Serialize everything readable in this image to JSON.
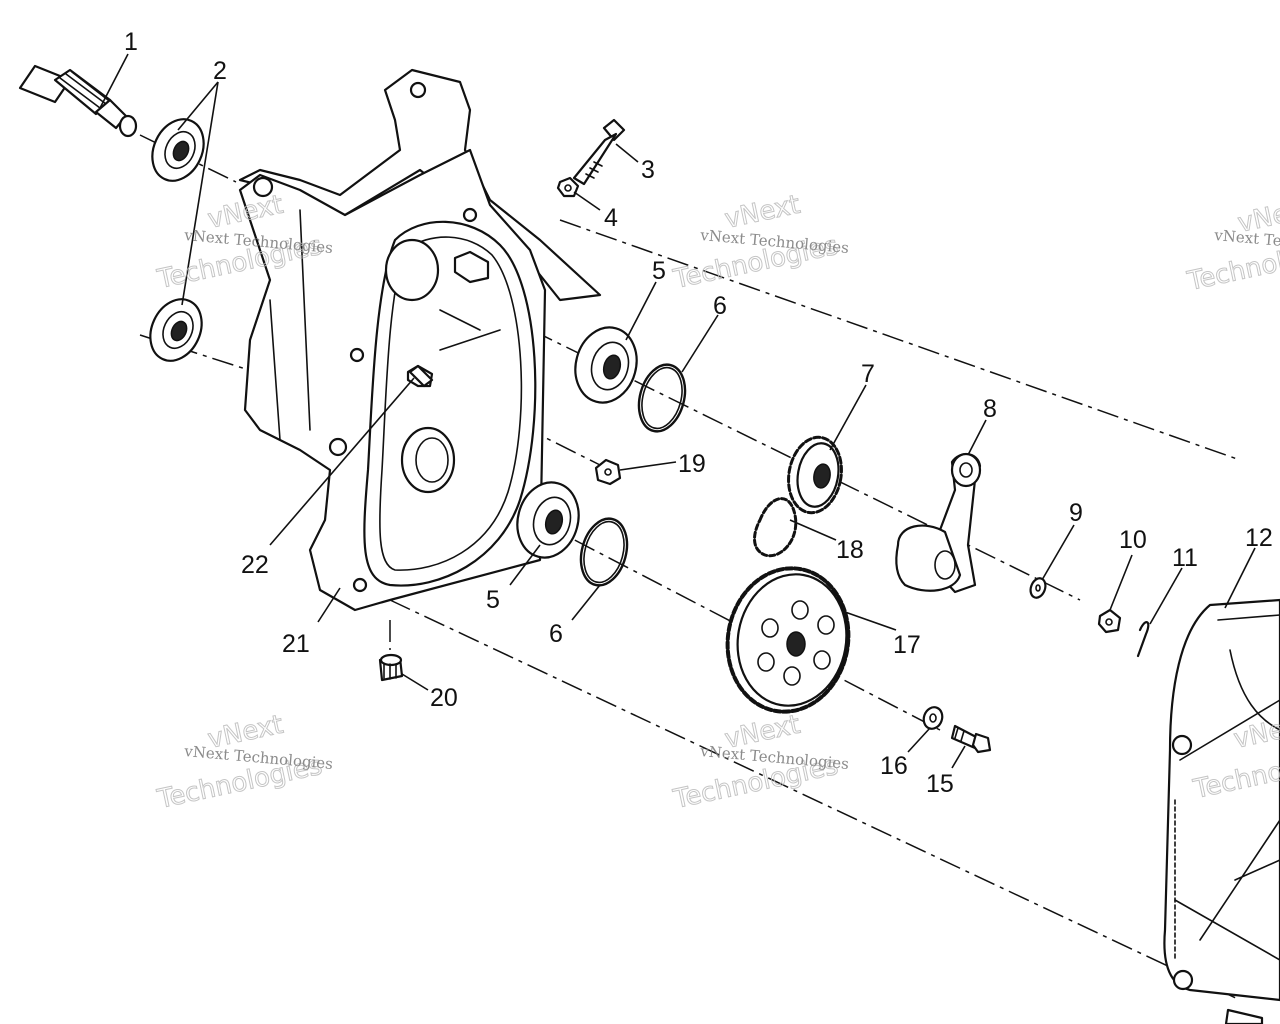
{
  "diagram": {
    "callouts": [
      "1",
      "2",
      "3",
      "4",
      "5",
      "6",
      "7",
      "8",
      "9",
      "10",
      "11",
      "12",
      "5",
      "6",
      "15",
      "16",
      "17",
      "18",
      "19",
      "20",
      "21",
      "22"
    ],
    "watermark": {
      "line1": "vNext Technologies",
      "line2": "vNext",
      "line3": "Technologies"
    }
  }
}
